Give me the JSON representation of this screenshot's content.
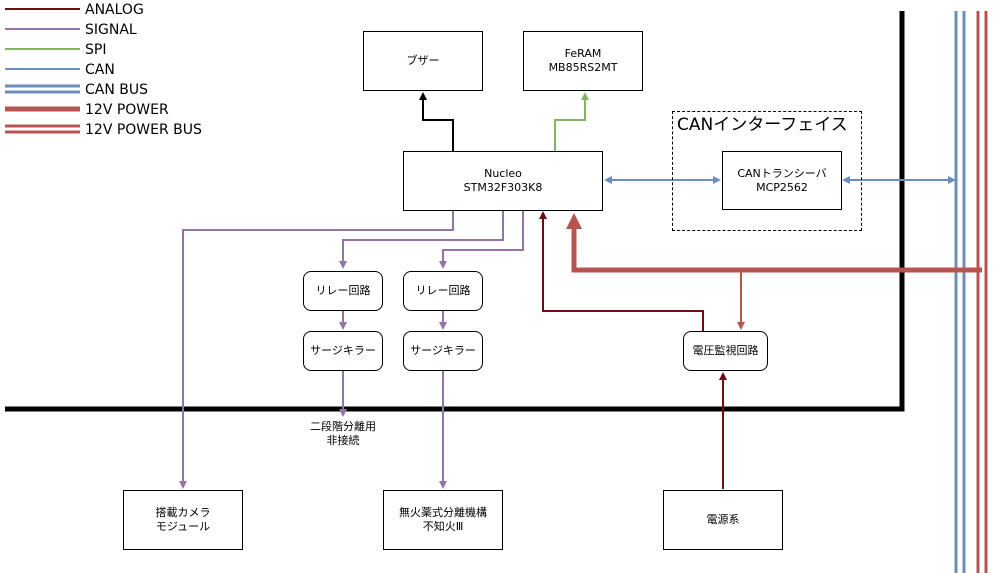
{
  "legend": {
    "analog": "ANALOG",
    "signal": "SIGNAL",
    "spi": "SPI",
    "can": "CAN",
    "can_bus": "CAN BUS",
    "power_12v": "12V POWER",
    "power_bus_12v": "12V POWER BUS"
  },
  "colors": {
    "analog": "#6b0f12",
    "signal": "#9673a6",
    "spi": "#82b366",
    "can": "#6c8ebf",
    "power": "#b85450",
    "ground_bus": "#000000"
  },
  "nodes": {
    "buzzer": "ブザー",
    "feram": {
      "line1": "FeRAM",
      "line2": "MB85RS2MT"
    },
    "nucleo": {
      "line1": "Nucleo",
      "line2": "STM32F303K8"
    },
    "can_interface": "CANインターフェイス",
    "can_transceiver": {
      "line1": "CANトランシーバ",
      "line2": "MCP2562"
    },
    "relay_1": "リレー回路",
    "relay_2": "リレー回路",
    "surge_1": "サージキラー",
    "surge_2": "サージキラー",
    "voltage_monitor": "電圧監視回路",
    "camera": {
      "line1": "搭載カメラ",
      "line2": "モジュール"
    },
    "separation": {
      "line1": "無火薬式分離機構",
      "line2": "不知火Ⅲ"
    },
    "power_supply": "電源系"
  },
  "notes": {
    "two_stage": {
      "line1": "二段階分離用",
      "line2": "非接続"
    }
  }
}
